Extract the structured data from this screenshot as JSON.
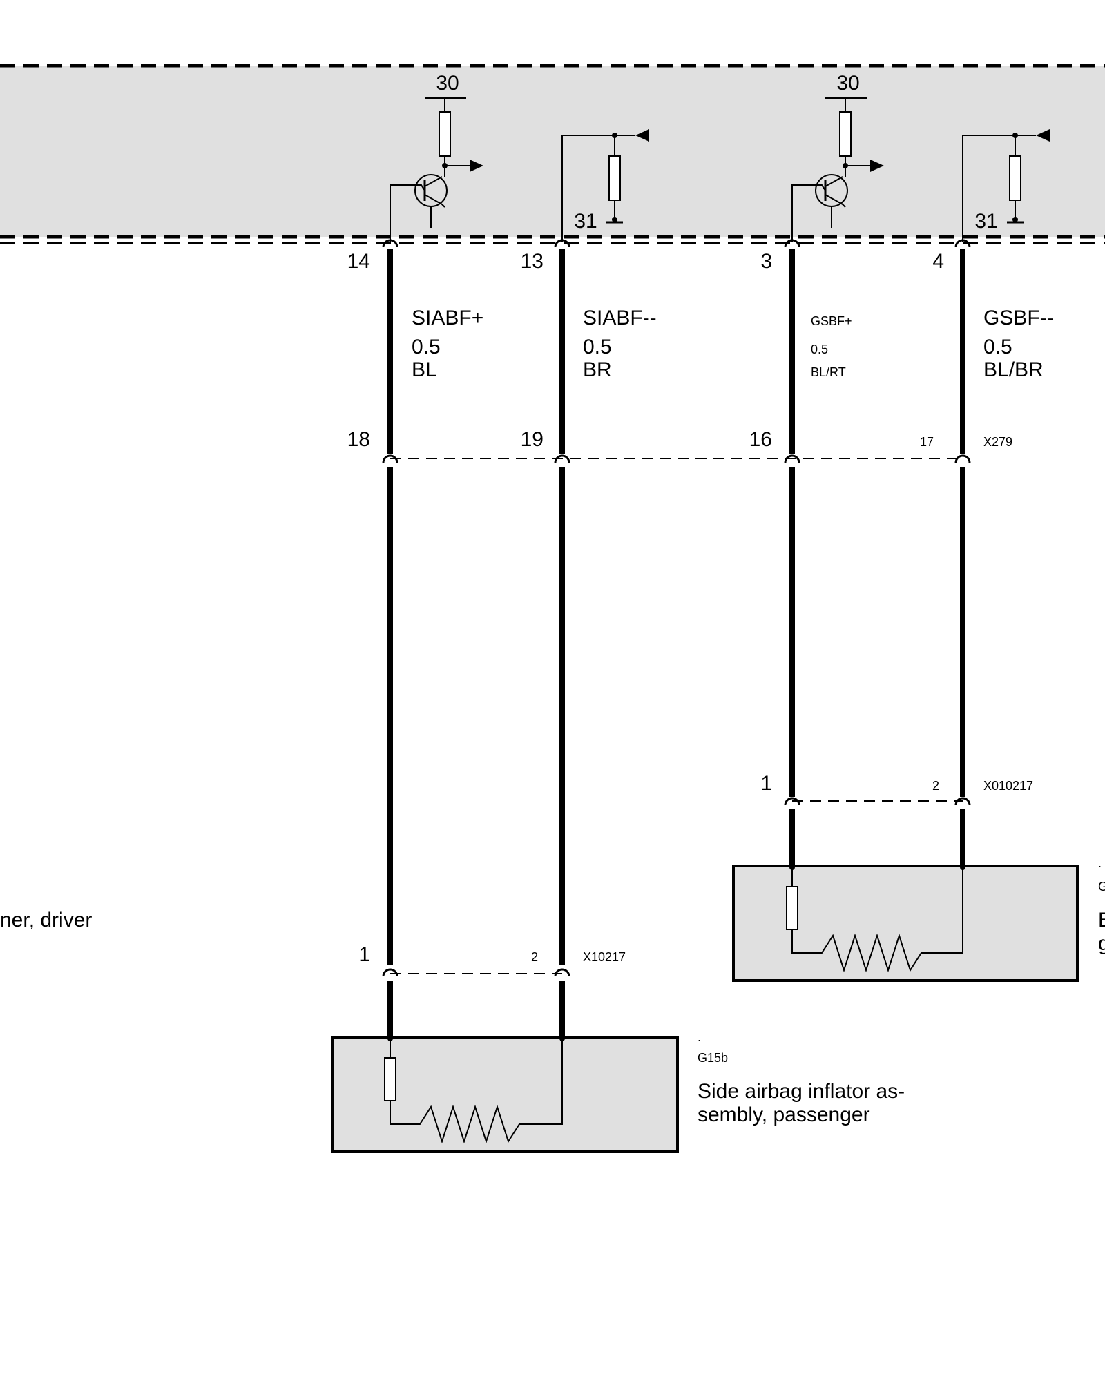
{
  "module": {
    "pins": [
      {
        "number": "14",
        "supply": "30",
        "transistor": true,
        "signal": "SIABF+",
        "size": "0.5",
        "color": "BL"
      },
      {
        "number": "13",
        "ground": "31",
        "transistor": false,
        "signal": "SIABF--",
        "size": "0.5",
        "color": "BR"
      },
      {
        "number": "3",
        "supply": "30",
        "transistor": true,
        "signal": "GSBF+",
        "size": "0.5",
        "color": "BL/RT"
      },
      {
        "number": "4",
        "ground": "31",
        "transistor": false,
        "signal": "GSBF--",
        "size": "0.5",
        "color": "BL/BR"
      }
    ]
  },
  "connector_x279": {
    "label": "X279",
    "pins": [
      "18",
      "19",
      "16",
      "17"
    ]
  },
  "connector_x10217": {
    "label": "X10217",
    "pins": [
      "1",
      "2"
    ]
  },
  "connector_x010217": {
    "label": "X010217",
    "pins": [
      "1",
      "2"
    ]
  },
  "component_g15b": {
    "dot": ".",
    "code": "G15b",
    "description_line1": "Side airbag inflator as-",
    "description_line2": "sembly, passenger"
  },
  "component_right_partial": {
    "dot": ".",
    "code": "G",
    "description_line1": "B",
    "description_line2": "g"
  },
  "left_partial_label": "ner, driver",
  "colors": {
    "module_fill": "#e0e0e0",
    "component_fill": "#e0e0e0",
    "wire": "#000000"
  }
}
